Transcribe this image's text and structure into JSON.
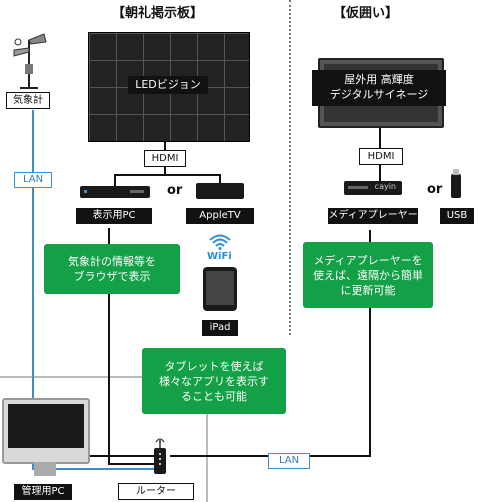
{
  "left_section": {
    "title": "【朝礼掲示板】",
    "led_label": "LEDビジョン",
    "hdmi_label": "HDMI",
    "or_label": "or",
    "pc_label": "表示用PC",
    "appletv_label": "AppleTV",
    "wifi_label": "WiFi",
    "ipad_label": "iPad",
    "green_note": "気象計の情報等を\nブラウザで表示"
  },
  "right_section": {
    "title": "【仮囲い】",
    "signage_label": "屋外用 高輝度\nデジタルサイネージ",
    "hdmi_label": "HDMI",
    "or_label": "or",
    "player_label": "メディアプレーヤー",
    "usb_label": "USB",
    "player_brand": "cayin",
    "green_note": "メディアプレーヤーを\n使えば、遠隔から簡単\nに更新可能"
  },
  "weather": {
    "label": "気象計",
    "lan_label": "LAN"
  },
  "bottom": {
    "green_note": "タブレットを使えば\n様々なアプリを表示す\nることも可能",
    "admin_pc_label": "管理用PC",
    "router_label": "ルーター",
    "lan_label": "LAN"
  },
  "colors": {
    "green": "#14a046",
    "lan_blue": "#3d8ec9",
    "wifi_blue": "#2a8fd6",
    "black": "#111111"
  }
}
